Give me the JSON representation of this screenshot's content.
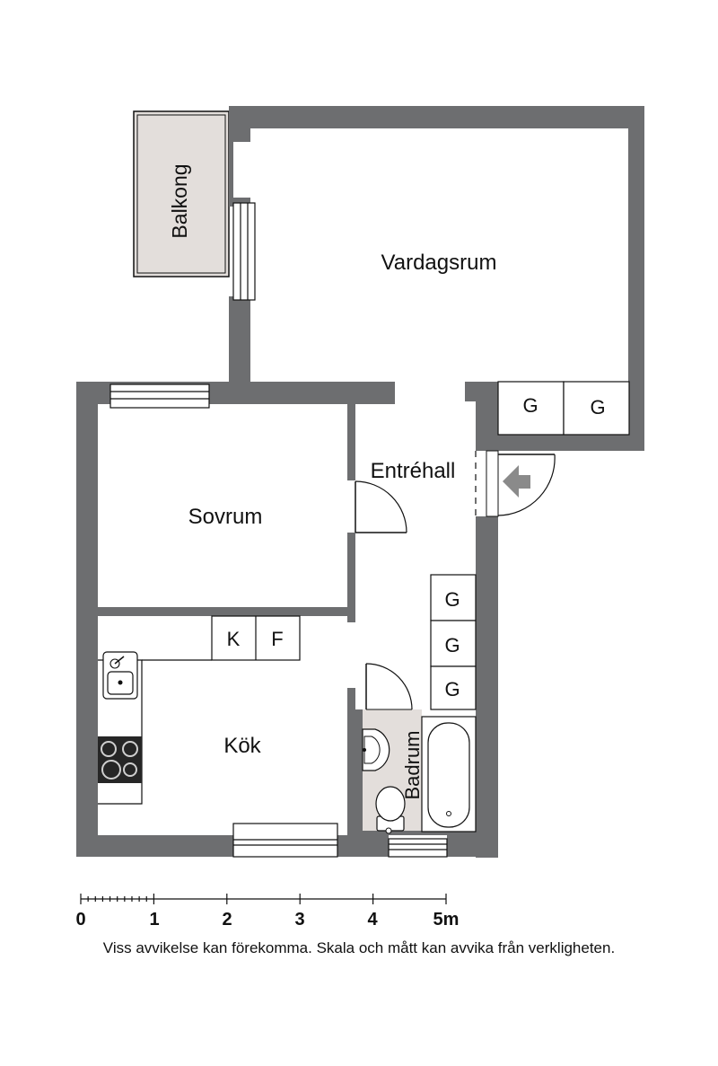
{
  "rooms": {
    "balkong": "Balkong",
    "vardagsrum": "Vardagsrum",
    "entrehall": "Entréhall",
    "sovrum": "Sovrum",
    "kok": "Kök",
    "badrum": "Badrum"
  },
  "fixtures": {
    "living_closet_1": "G",
    "living_closet_2": "G",
    "hall_closet_1": "G",
    "hall_closet_2": "G",
    "hall_closet_3": "G",
    "kitchen_fridge": "K",
    "kitchen_freezer": "F"
  },
  "scale": {
    "ticks": [
      "0",
      "1",
      "2",
      "3",
      "4",
      "5m"
    ]
  },
  "disclaimer": "Viss avvikelse kan förekomma. Skala och mått kan avvika från verkligheten.",
  "colors": {
    "wall": "#6d6e70",
    "balcony_fill": "#e3dedb",
    "bathroom_fill": "#e3dedb",
    "line": "#111111"
  }
}
